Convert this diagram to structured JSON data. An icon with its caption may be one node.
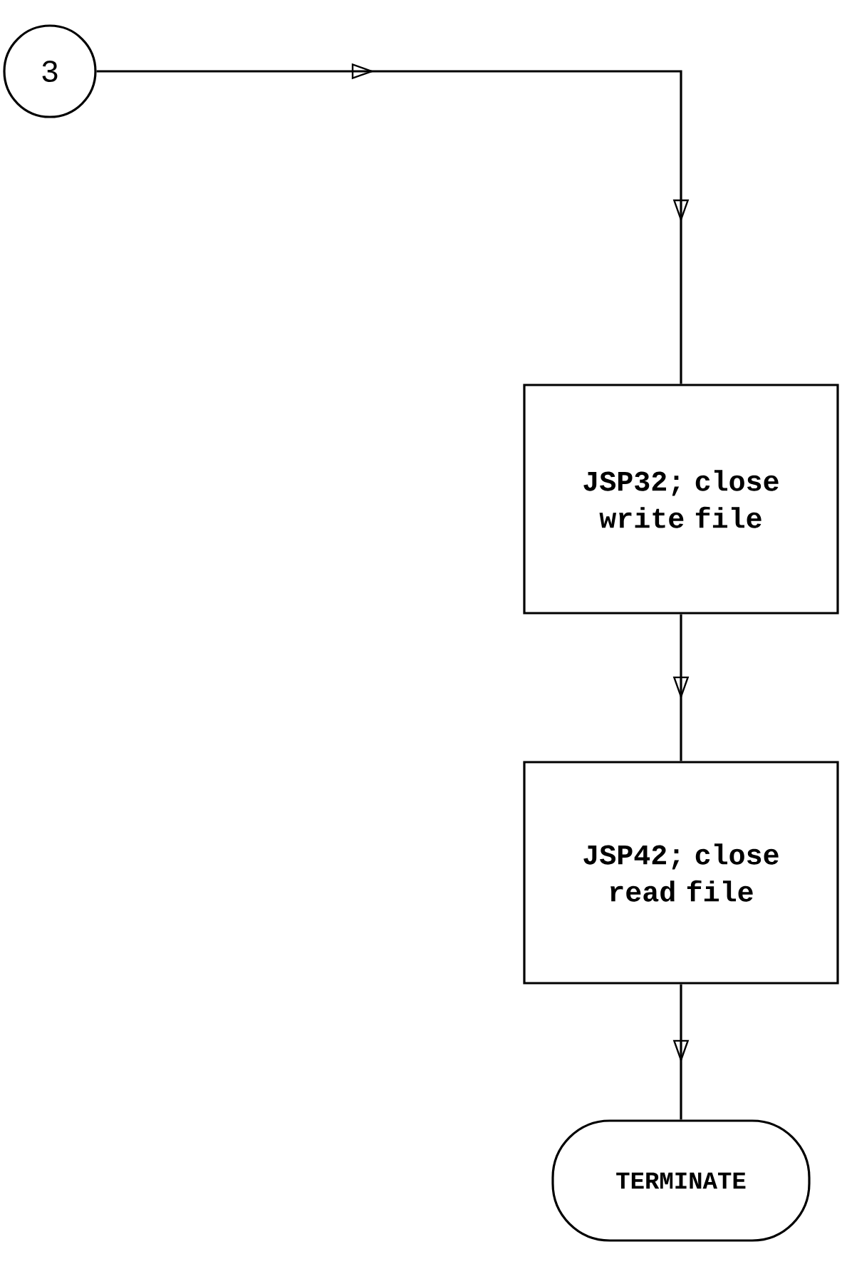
{
  "diagram": {
    "nodes": [
      {
        "text": [
          "3"
        ]
      },
      {
        "text": [
          "JSP32; close write file"
        ]
      },
      {
        "text": [
          "JSP42; close read file"
        ]
      },
      {
        "text": [
          "TERMINATE"
        ]
      }
    ],
    "edges": [
      {
        "from": 0,
        "to": 1,
        "arrow": "to"
      },
      {
        "from": 1,
        "to": 2,
        "arrow": "to"
      },
      {
        "from": 2,
        "to": 3,
        "arrow": "to"
      }
    ]
  }
}
